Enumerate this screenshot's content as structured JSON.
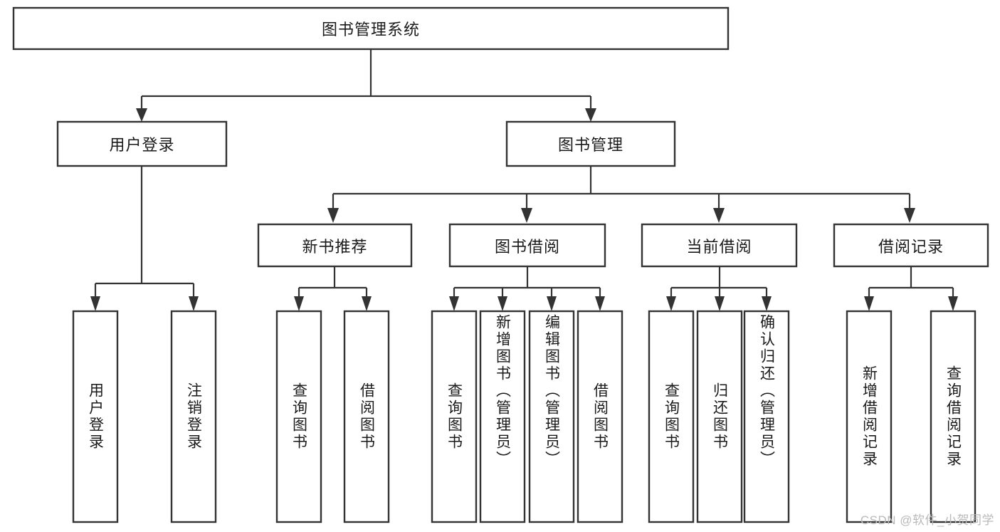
{
  "diagram": {
    "type": "tree-hierarchy",
    "title": "图书管理系统",
    "watermark": "CSDN @软件_小贺同学",
    "colors": {
      "stroke": "#333333",
      "fill": "#ffffff",
      "text": "#1a1a1a",
      "watermark": "#b9b9b9",
      "background": "#ffffff"
    },
    "root": {
      "label": "图书管理系统"
    },
    "level2": [
      {
        "label": "用户登录"
      },
      {
        "label": "图书管理"
      }
    ],
    "level3": [
      {
        "label": "新书推荐"
      },
      {
        "label": "图书借阅"
      },
      {
        "label": "当前借阅"
      },
      {
        "label": "借阅记录"
      }
    ],
    "leaves": {
      "user_login": [
        {
          "label": "用户登录"
        },
        {
          "label": "注销登录"
        }
      ],
      "new_book_recommend": [
        {
          "label": "查询图书"
        },
        {
          "label": "借阅图书"
        }
      ],
      "book_borrow": [
        {
          "label": "查询图书"
        },
        {
          "label": "新增图书（管理员）"
        },
        {
          "label": "编辑图书（管理员）"
        },
        {
          "label": "借阅图书"
        }
      ],
      "current_borrow": [
        {
          "label": "查询图书"
        },
        {
          "label": "归还图书"
        },
        {
          "label": "确认归还（管理员）"
        }
      ],
      "borrow_record": [
        {
          "label": "新增借阅记录"
        },
        {
          "label": "查询借阅记录"
        }
      ]
    }
  }
}
